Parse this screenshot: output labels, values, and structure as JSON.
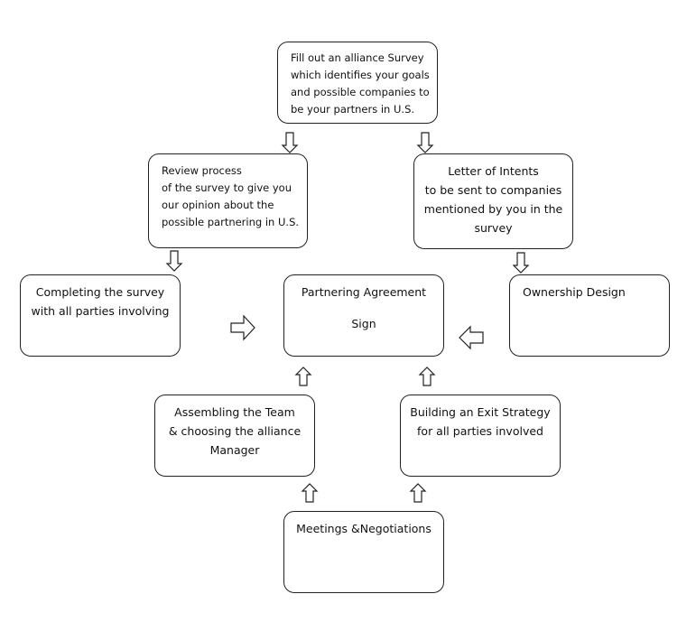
{
  "diagram": {
    "survey": {
      "lines": [
        "Fill out an alliance Survey",
        "which identifies your goals",
        "and possible companies to",
        "be your partners in U.S."
      ]
    },
    "review": {
      "lines": [
        "Review process",
        "of the survey to give you",
        "our opinion about the",
        "possible partnering in U.S."
      ]
    },
    "letter": {
      "lines": [
        "Letter of Intents",
        "to be sent to companies",
        "mentioned by you in the",
        "survey"
      ]
    },
    "completing": {
      "lines": [
        "Completing the survey",
        "with all parties involving"
      ]
    },
    "partnering": {
      "title": "Partnering Agreement",
      "sign": "Sign"
    },
    "ownership": {
      "title": "Ownership Design"
    },
    "assembling": {
      "lines": [
        "Assembling the Team",
        "& choosing the alliance",
        "Manager"
      ]
    },
    "exit": {
      "lines": [
        "Building an Exit Strategy",
        "for all parties involved"
      ]
    },
    "meetings": {
      "title": "Meetings &Negotiations"
    }
  }
}
